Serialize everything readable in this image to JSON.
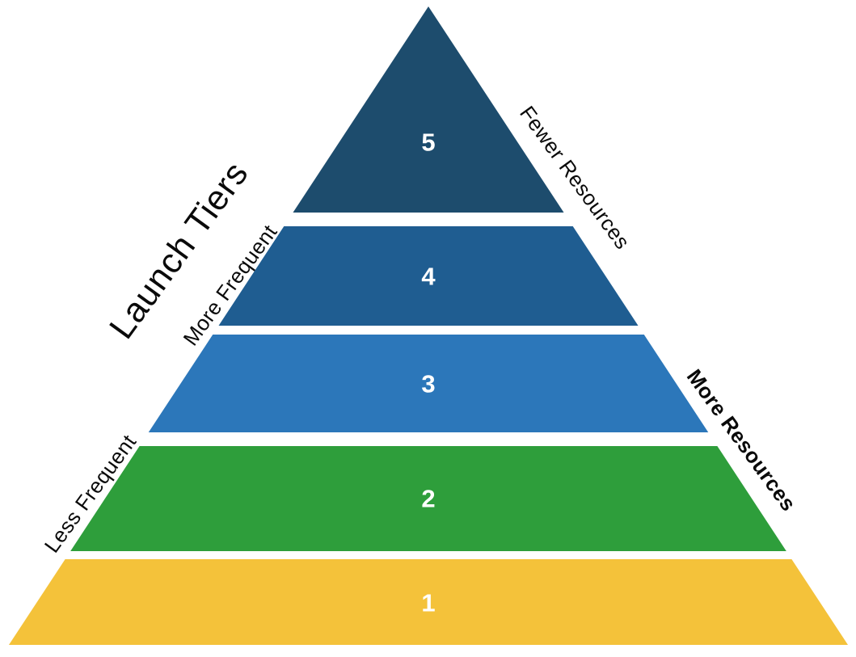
{
  "diagram": {
    "title": "Launch Tiers",
    "type": "pyramid",
    "tiers": [
      {
        "number": "5",
        "color": "#1D4C6D"
      },
      {
        "number": "4",
        "color": "#1F5D91"
      },
      {
        "number": "3",
        "color": "#2C77BA"
      },
      {
        "number": "2",
        "color": "#2E9E3B"
      },
      {
        "number": "1",
        "color": "#F4C23A"
      }
    ],
    "number_text_color": "#FFFFFF",
    "side_labels": {
      "left_upper": "More Frequent",
      "left_lower": "Less Frequent",
      "right_upper": "Fewer Resources",
      "right_lower": "More Resources"
    },
    "label_text_color": "#0A0A0A",
    "background_color": "#FFFFFF"
  }
}
